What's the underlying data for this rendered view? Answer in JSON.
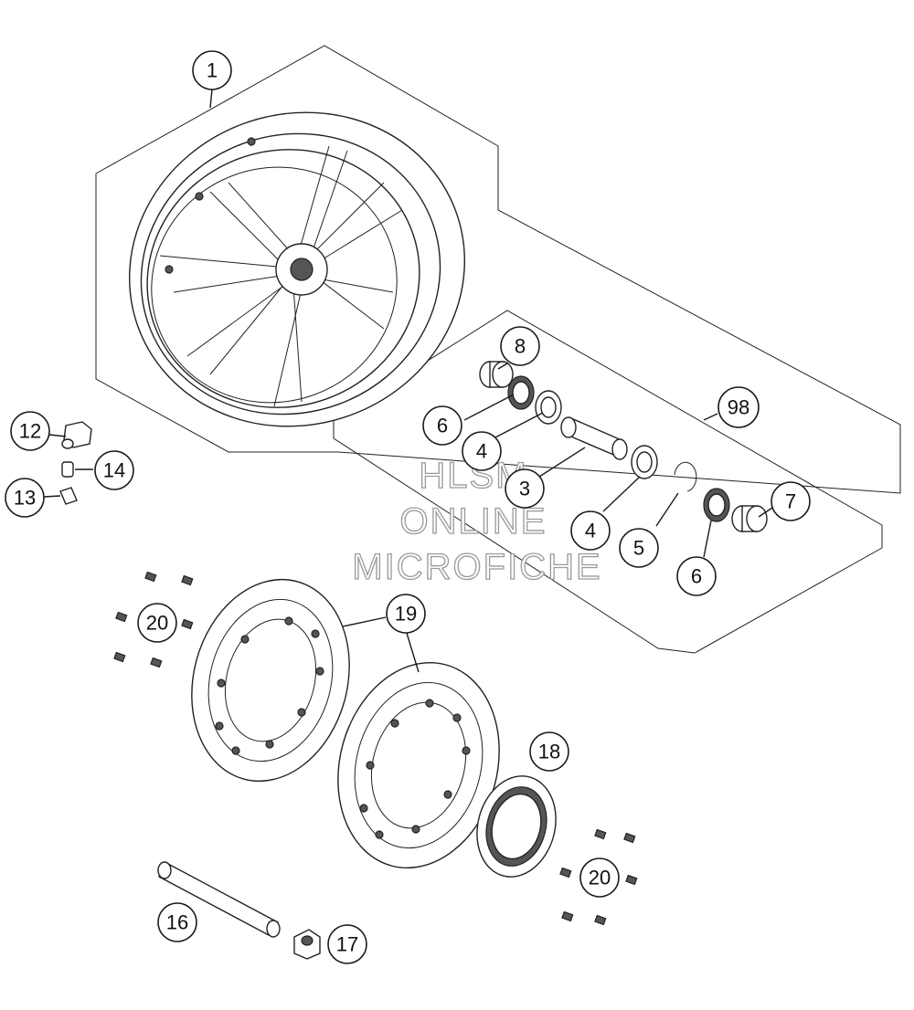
{
  "callouts": {
    "c1": "1",
    "c98": "98",
    "c8": "8",
    "c6a": "6",
    "c4a": "4",
    "c3": "3",
    "c4b": "4",
    "c5": "5",
    "c6b": "6",
    "c7": "7",
    "c12": "12",
    "c13": "13",
    "c14": "14",
    "c20a": "20",
    "c19": "19",
    "c18": "18",
    "c20b": "20",
    "c16": "16",
    "c17": "17"
  },
  "watermark": {
    "line1": "HLSM",
    "line2": "ONLINE",
    "line3": "MICROFICHE"
  }
}
